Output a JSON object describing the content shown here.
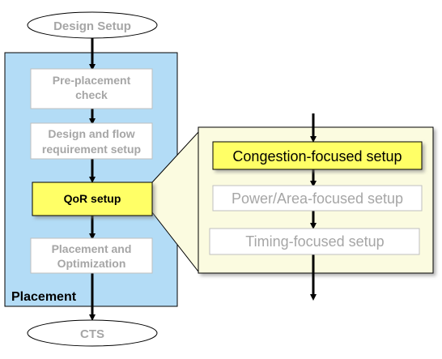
{
  "nodes": {
    "design_setup": "Design Setup",
    "pre_placement_line1": "Pre-placement",
    "pre_placement_line2": "check",
    "design_flow_line1": "Design and flow",
    "design_flow_line2": "requirement setup",
    "qor_setup": "QoR setup",
    "placement_opt_line1": "Placement and",
    "placement_opt_line2": "Optimization",
    "cts": "CTS"
  },
  "group_label": "Placement",
  "detail": {
    "congestion": "Congestion-focused setup",
    "power_area": "Power/Area-focused setup",
    "timing": "Timing-focused setup"
  },
  "colors": {
    "placement_panel": "#b3dcf6",
    "detail_panel": "#fbfbe0",
    "highlight": "#ffff66",
    "inactive_text": "#a6a6a6",
    "active_text": "#000000",
    "border_gray": "#bfbfbf"
  }
}
